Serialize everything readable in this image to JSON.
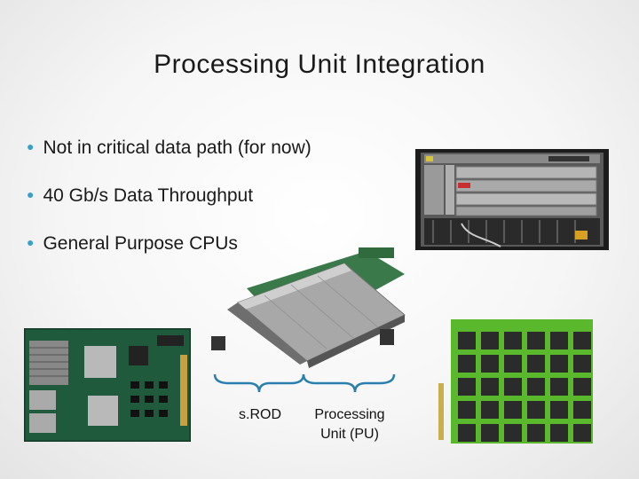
{
  "slide": {
    "title": "Processing Unit Integration",
    "bullets": [
      {
        "text": "Not in critical data path (for now)"
      },
      {
        "text": "40 Gb/s Data Throughput"
      },
      {
        "text": "General Purpose CPUs"
      }
    ],
    "bullet_color": "#3aa0c8"
  },
  "labels": {
    "srod": "s.ROD",
    "pu_line1": "Processing",
    "pu_line2": "Unit (PU)"
  },
  "pictures": [
    "crate-photo",
    "blade-board-photo",
    "mezzanine-board-photo",
    "cpu-grid-diagram"
  ],
  "colors": {
    "bracket": "#2a7fb0",
    "grid_green": "#5ab82c",
    "grid_cell": "#2b2b2b"
  }
}
